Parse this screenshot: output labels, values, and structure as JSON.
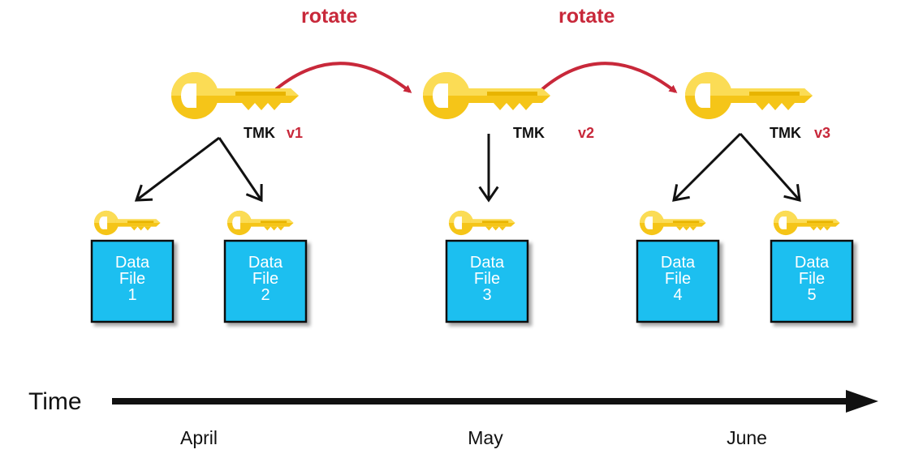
{
  "colors": {
    "key_light": "#fbdc55",
    "key_dark": "#f5c518",
    "key_notch": "#e8b400",
    "rotate_red": "#c8283a",
    "file_fill": "#1fbff0",
    "file_border": "#111111",
    "arrow_black": "#111111"
  },
  "master_keys": [
    {
      "name": "TMK",
      "version": "v1",
      "month": "April"
    },
    {
      "name": "TMK",
      "version": "v2",
      "month": "May"
    },
    {
      "name": "TMK",
      "version": "v3",
      "month": "June"
    }
  ],
  "rotations": [
    {
      "label": "rotate",
      "from": 0,
      "to": 1
    },
    {
      "label": "rotate",
      "from": 1,
      "to": 2
    }
  ],
  "data_files": [
    {
      "line1": "Data",
      "line2": "File",
      "number": "1",
      "master": 0
    },
    {
      "line1": "Data",
      "line2": "File",
      "number": "2",
      "master": 0
    },
    {
      "line1": "Data",
      "line2": "File",
      "number": "3",
      "master": 1
    },
    {
      "line1": "Data",
      "line2": "File",
      "number": "4",
      "master": 2
    },
    {
      "line1": "Data",
      "line2": "File",
      "number": "5",
      "master": 2
    }
  ],
  "timeline": {
    "label": "Time",
    "months": [
      "April",
      "May",
      "June"
    ]
  }
}
